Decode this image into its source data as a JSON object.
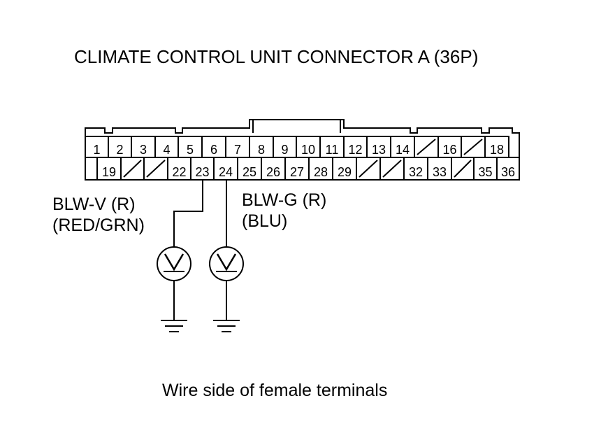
{
  "title": "CLIMATE CONTROL UNIT CONNECTOR A (36P)",
  "caption": "Wire side of female terminals",
  "connector": {
    "top_row": [
      "1",
      "2",
      "3",
      "4",
      "5",
      "6",
      "7",
      "8",
      "9",
      "10",
      "11",
      "12",
      "13",
      "14",
      "",
      "16",
      "",
      "18"
    ],
    "bottom_row": [
      "",
      "19",
      "",
      "",
      "22",
      "23",
      "24",
      "25",
      "26",
      "27",
      "28",
      "29",
      "",
      "",
      "32",
      "33",
      "",
      "35",
      "36"
    ]
  },
  "wires": {
    "left": {
      "line1": "BLW-V (R)",
      "line2": "(RED/GRN)"
    },
    "right": {
      "line1": "BLW-G (R)",
      "line2": "(BLU)"
    }
  },
  "meter_icons": [
    "voltmeter-icon",
    "voltmeter-icon"
  ],
  "ground_icons": [
    "ground-icon",
    "ground-icon"
  ]
}
